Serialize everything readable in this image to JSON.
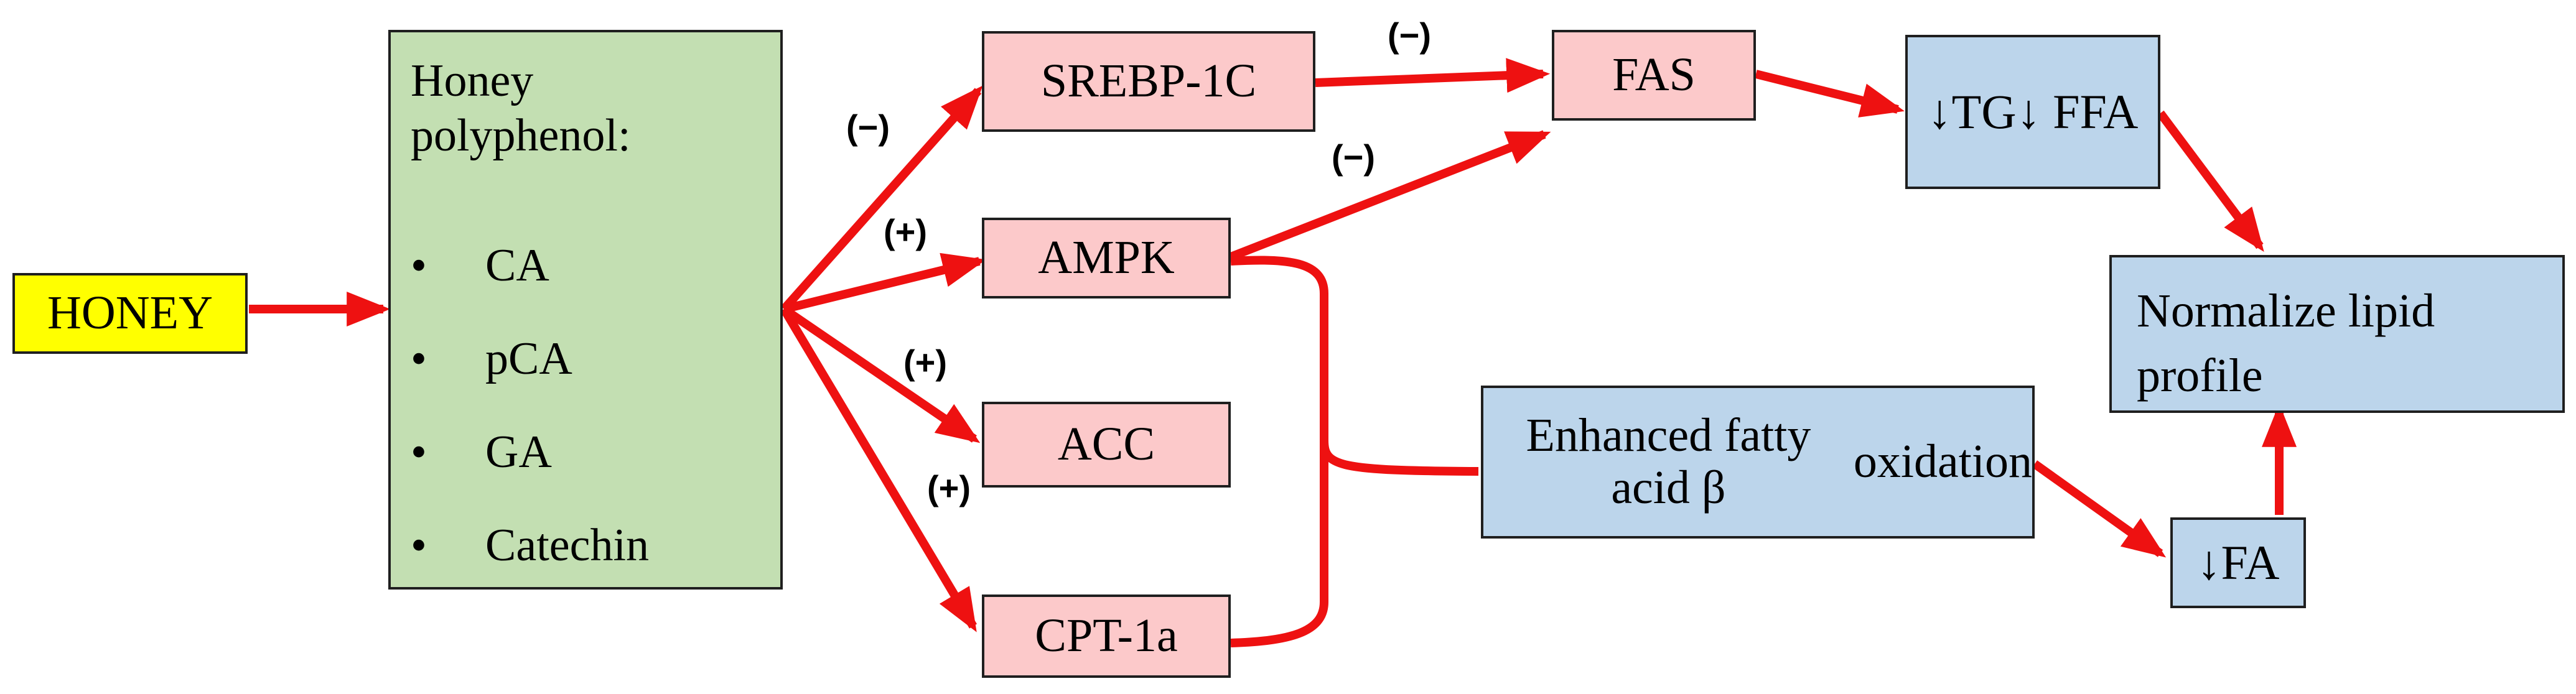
{
  "nodes": {
    "honey": "HONEY",
    "polyphenol_title": [
      "Honey",
      "polyphenol:"
    ],
    "polyphenols": [
      "CA",
      "pCA",
      "GA",
      "Catechin"
    ],
    "bullet": "•",
    "srebp": "SREBP-1C",
    "ampk": "AMPK",
    "acc": "ACC",
    "cpt": "CPT-1a",
    "fas": "FAS",
    "tg_ffa": [
      "↓TG",
      "↓ FFA"
    ],
    "beta_oxidation": [
      "Enhanced fatty acid β",
      "oxidation"
    ],
    "fa": "↓FA",
    "normalize": [
      "Normalize lipid",
      "profile"
    ]
  },
  "signs": {
    "srebp": "(−)",
    "ampk": "(+)",
    "acc": "(+)",
    "cpt": "(+)",
    "srebp_fas": "(−)",
    "ampk_fas": "(−)"
  },
  "colors": {
    "arrow": "#ee1111",
    "pink_fill": "#fcc9ca",
    "blue_fill": "#bcd5eb",
    "green_fill": "#c3dfb2",
    "yellow_fill": "#ffff00"
  }
}
